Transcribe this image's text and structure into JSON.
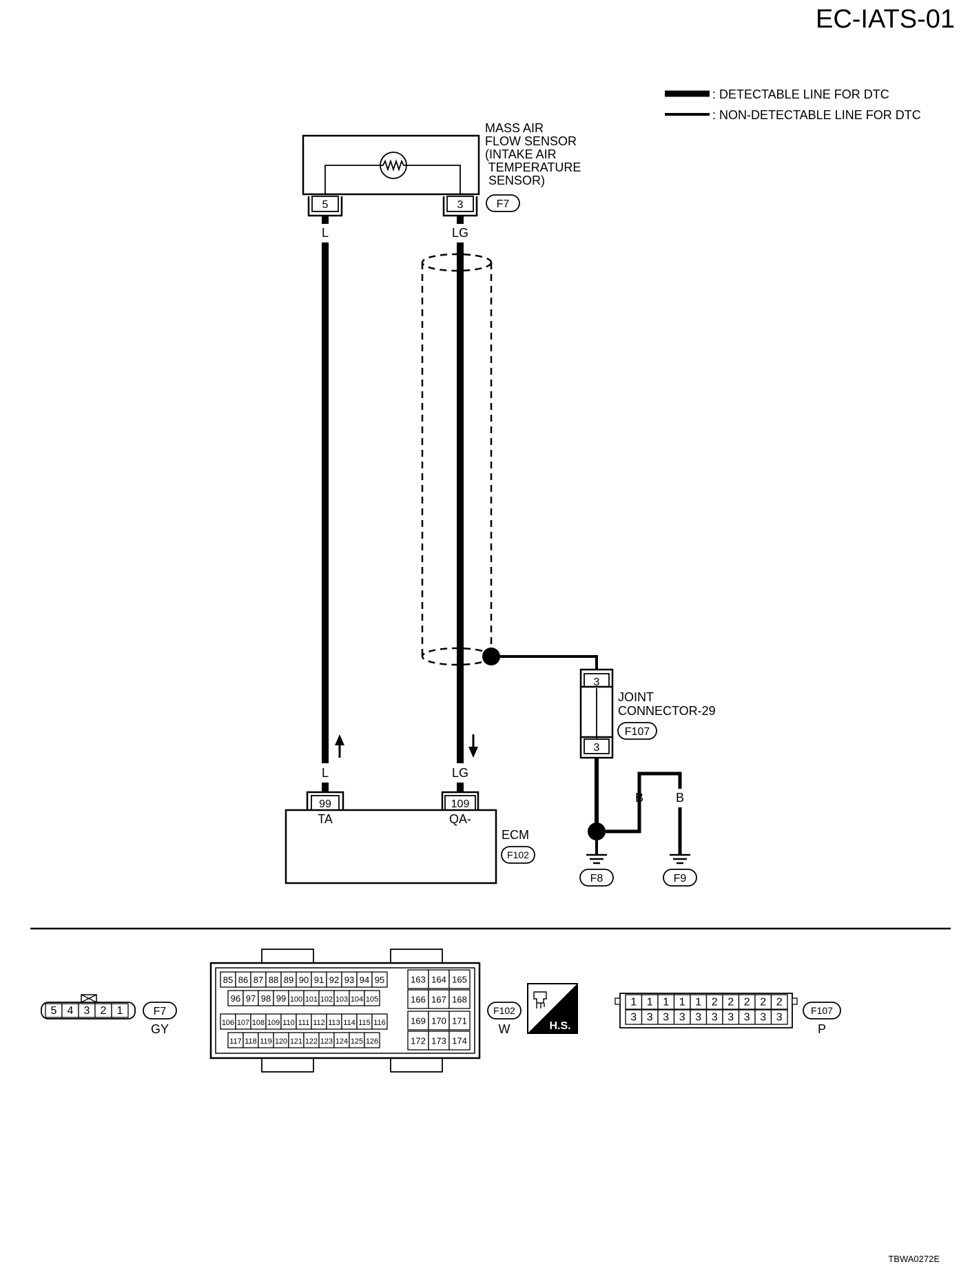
{
  "page_code": "EC-IATS-01",
  "figure_id": "TBWA0272E",
  "legend": [
    {
      "label": ": DETECTABLE LINE FOR DTC"
    },
    {
      "label": ": NON-DETECTABLE LINE FOR DTC"
    }
  ],
  "maf_sensor": {
    "name_lines": [
      "MASS AIR",
      "FLOW SENSOR",
      "(INTAKE AIR",
      " TEMPERATURE",
      " SENSOR)"
    ],
    "connector": "F7",
    "pin_left": "5",
    "pin_right": "3"
  },
  "wires": {
    "left_color": "L",
    "right_color": "LG",
    "ground_color_1": "B",
    "ground_color_2": "B"
  },
  "joint_connector": {
    "name_lines": [
      "JOINT",
      "CONNECTOR-29"
    ],
    "connector": "F107",
    "pin_top": "3",
    "pin_bottom": "3"
  },
  "ecm": {
    "name": "ECM",
    "connector": "F102",
    "pin_left": "99",
    "pin_right": "109",
    "term_left": "TA",
    "term_right": "QA-"
  },
  "grounds": [
    "F8",
    "F9"
  ],
  "connector_views": {
    "f7": {
      "pins": [
        "5",
        "4",
        "3",
        "2",
        "1"
      ],
      "id": "F7",
      "color": "GY"
    },
    "f102": {
      "id": "F102",
      "color": "W",
      "rows_left": [
        [
          "85",
          "86",
          "87",
          "88",
          "89",
          "90",
          "91",
          "92",
          "93",
          "94",
          "95"
        ],
        [
          "96",
          "97",
          "98",
          "99",
          "100",
          "101",
          "102",
          "103",
          "104",
          "105"
        ],
        [
          "106",
          "107",
          "108",
          "109",
          "110",
          "111",
          "112",
          "113",
          "114",
          "115",
          "116"
        ],
        [
          "117",
          "118",
          "119",
          "120",
          "121",
          "122",
          "123",
          "124",
          "125",
          "126"
        ]
      ],
      "rows_right": [
        [
          "163",
          "164",
          "165"
        ],
        [
          "166",
          "167",
          "168"
        ],
        [
          "169",
          "170",
          "171"
        ],
        [
          "172",
          "173",
          "174"
        ]
      ]
    },
    "hs_label": "H.S.",
    "f107": {
      "id": "F107",
      "color": "P",
      "top": [
        "1",
        "1",
        "1",
        "1",
        "1",
        "2",
        "2",
        "2",
        "2",
        "2"
      ],
      "bottom": [
        "3",
        "3",
        "3",
        "3",
        "3",
        "3",
        "3",
        "3",
        "3",
        "3"
      ]
    }
  }
}
